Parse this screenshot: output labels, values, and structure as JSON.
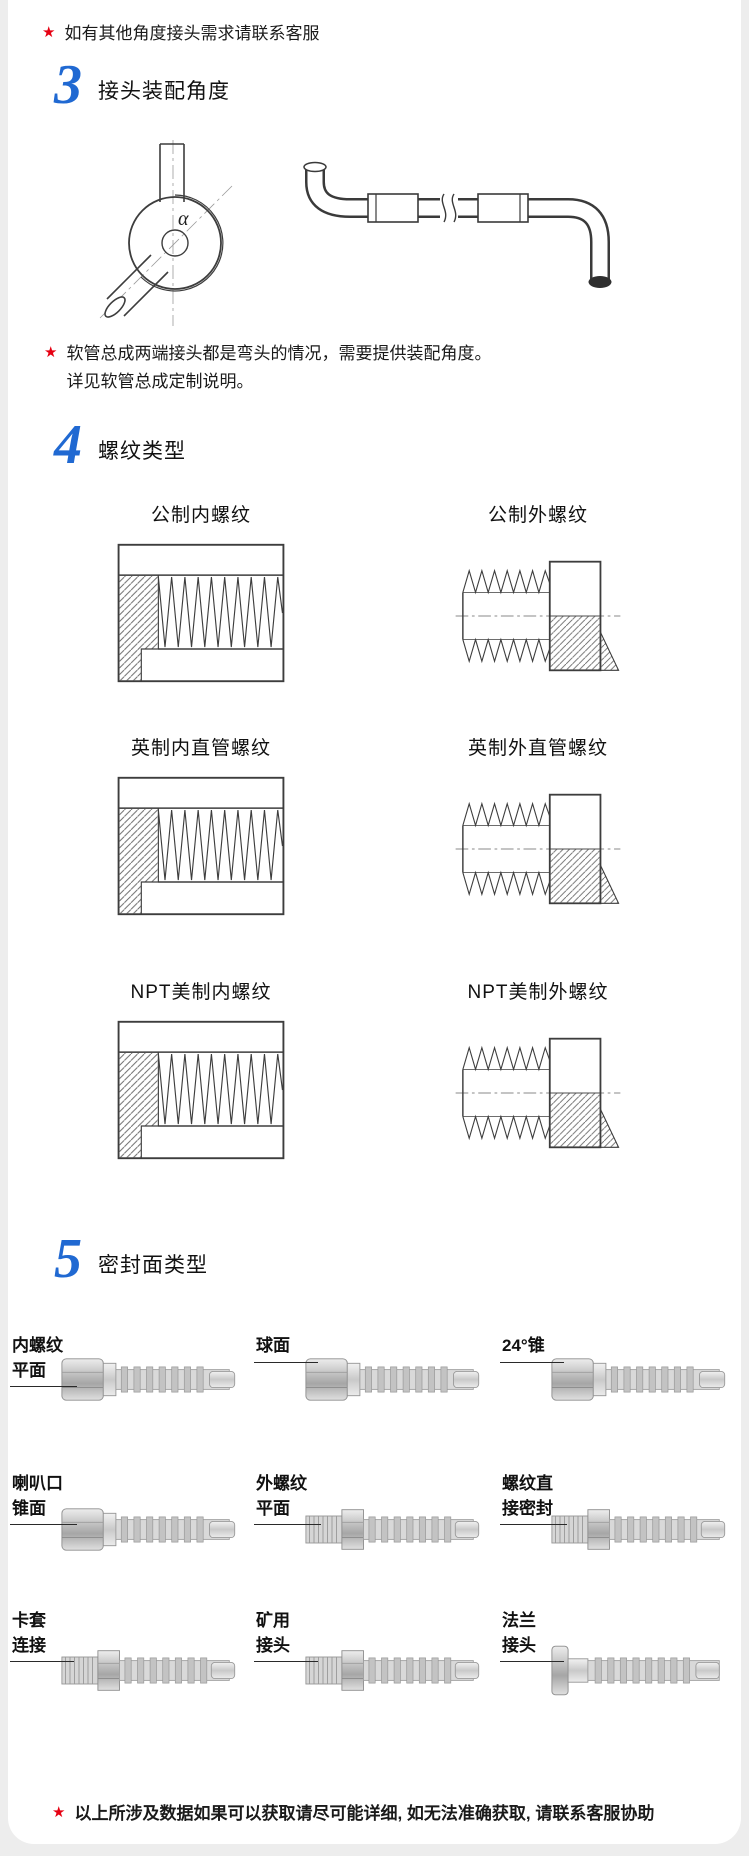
{
  "colors": {
    "accent_blue": "#2069d2",
    "star_red": "#e60012",
    "line_dark": "#3d3d3d",
    "page_bg": "#ededed",
    "card_bg": "#ffffff"
  },
  "top_note": {
    "star": "★",
    "text": "如有其他角度接头需求请联系客服"
  },
  "section3": {
    "number": "3",
    "title": "接头装配角度",
    "alpha": "α",
    "note": {
      "star": "★",
      "line1": "软管总成两端接头都是弯头的情况，需要提供装配角度。",
      "line2": "详见软管总成定制说明。"
    }
  },
  "section4": {
    "number": "4",
    "title": "螺纹类型",
    "cells": [
      {
        "label": "公制内螺纹",
        "type": "internal-thread"
      },
      {
        "label": "公制外螺纹",
        "type": "external-thread"
      },
      {
        "label": "英制内直管螺纹",
        "type": "internal-thread"
      },
      {
        "label": "英制外直管螺纹",
        "type": "external-thread"
      },
      {
        "label": "NPT美制内螺纹",
        "type": "internal-thread"
      },
      {
        "label": "NPT美制外螺纹",
        "type": "external-thread"
      }
    ]
  },
  "section5": {
    "number": "5",
    "title": "密封面类型",
    "cells": [
      {
        "label": "内螺纹\n平面"
      },
      {
        "label": "球面"
      },
      {
        "label": "24°锥"
      },
      {
        "label": "喇叭口\n锥面"
      },
      {
        "label": "外螺纹\n平面"
      },
      {
        "label": "螺纹直\n接密封"
      },
      {
        "label": "卡套\n连接"
      },
      {
        "label": "矿用\n接头"
      },
      {
        "label": "法兰\n接头"
      }
    ]
  },
  "bottom_note": {
    "star": "★",
    "text": "以上所涉及数据如果可以获取请尽可能详细, 如无法准确获取, 请联系客服协助"
  }
}
